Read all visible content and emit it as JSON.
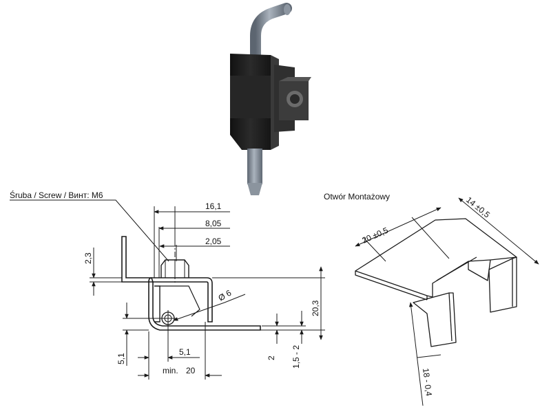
{
  "labels": {
    "screw": "Śruba / Screw / Винт: M6",
    "mounting_hole": "Otwór Montażowy"
  },
  "dims": {
    "d161": "16,1",
    "d805": "8,05",
    "d205": "2,05",
    "d23": "2,3",
    "phi6": "Ø 6",
    "d203": "20,3",
    "d51v": "5,1",
    "d51h": "5,1",
    "d2": "2",
    "d152": "1,5 - 2",
    "min20_pre": "min.",
    "min20_val": "20",
    "w20": "20  ±0,5",
    "w14": "14  ±0,5",
    "h18": "18  - 0,4"
  },
  "colors": {
    "line": "#1a1a1a",
    "body_dark": "#1f1f1f",
    "pin": "#7d8794"
  }
}
